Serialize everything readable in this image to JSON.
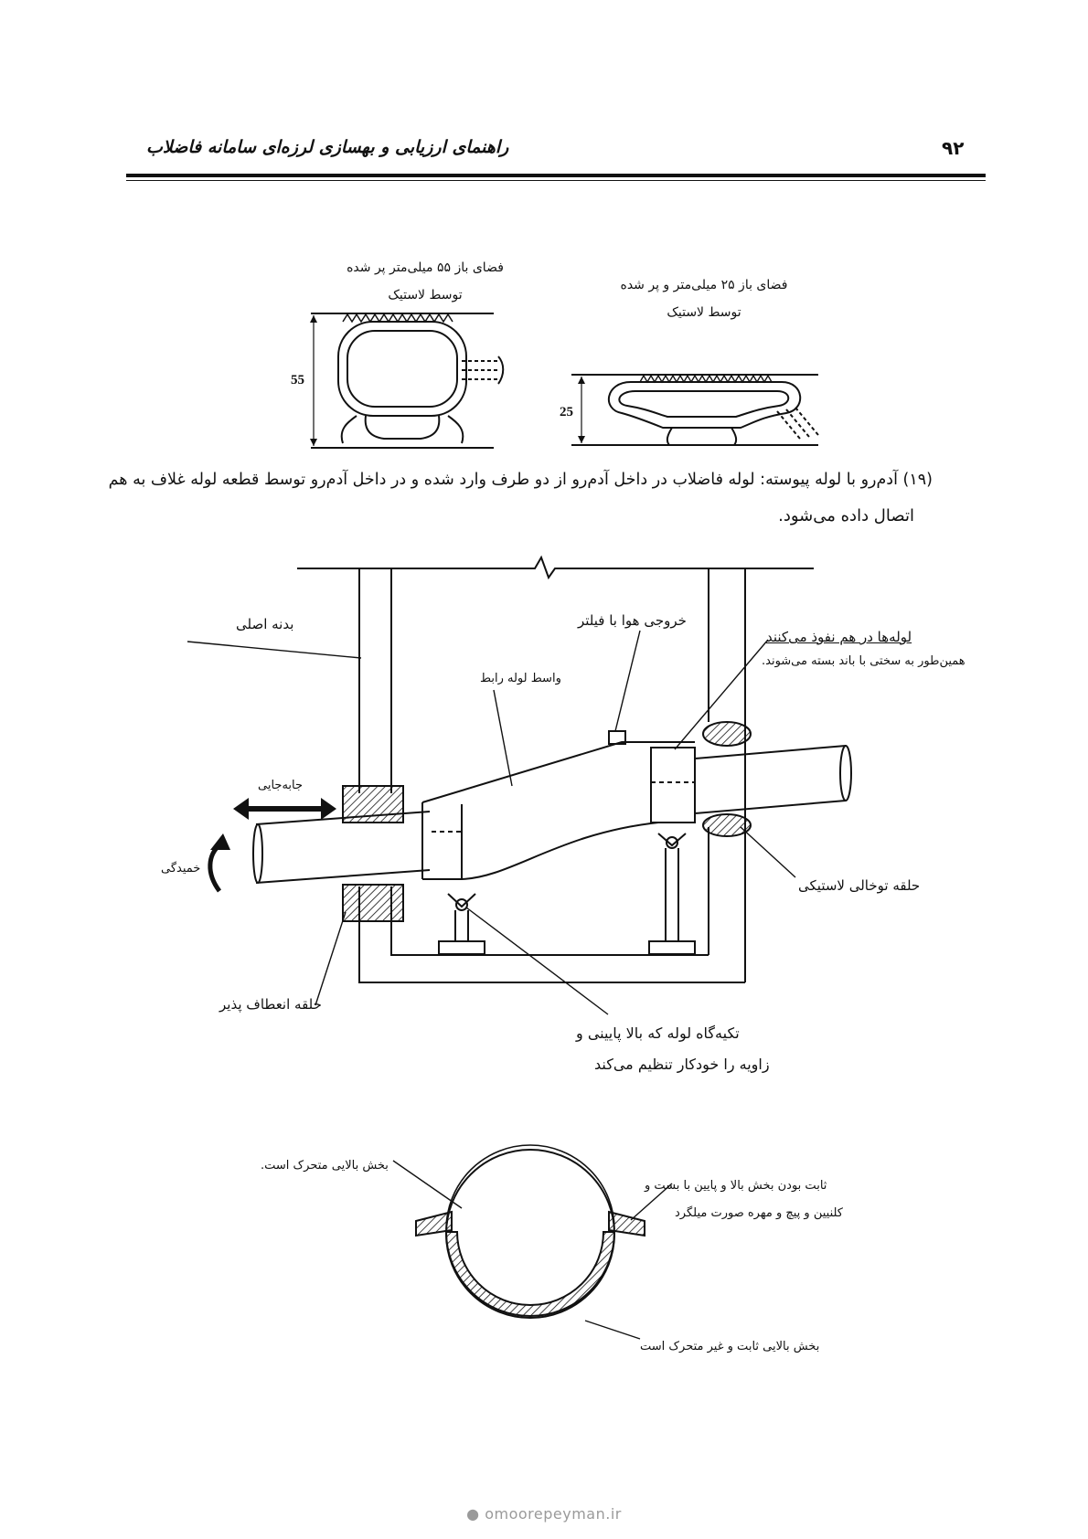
{
  "header": {
    "title": "راهنمای ارزیابی و بهسازی لرزه‌ای سامانه فاضلاب",
    "page_number": "۹۲"
  },
  "figure_gaskets": {
    "left_caption_line1": "فضای باز ۵۵ میلی‌متر پر شده",
    "left_caption_line2": "توسط لاستیک",
    "left_dimension": "55",
    "right_caption_line1": "فضای باز ۲۵ میلی‌متر و پر شده",
    "right_caption_line2": "توسط لاستیک",
    "right_dimension": "25"
  },
  "paragraph": {
    "line1": "(۱۹) آدم‌رو با لوله پیوسته: لوله فاضلاب در داخل آدم‌رو از دو طرف وارد شده و در داخل آدم‌رو توسط قطعه لوله غلاف به هم",
    "line2": "اتصال داده می‌شود."
  },
  "figure_manhole": {
    "main_body": "بدنه اصلی",
    "air_outlet": "خروجی هوا با فیلتر",
    "pipes_penetrate": "لوله‌ها در هم نفوذ می‌کنند",
    "tightly_banded": "همین‌طور به سختی با باند بسته می‌شوند.",
    "coupling": "واسط لوله رابط",
    "displacement": "جابه‌جایی",
    "bending": "خمیدگی",
    "hollow_rubber_ring": "حلقه توخالی لاستیکی",
    "flexible_ring": "حلقه انعطاف پذیر",
    "support_line1": "تکیه‌گاه لوله که بالا پایینی و",
    "support_line2": "زاویه را خودکار تنظیم می‌کند"
  },
  "figure_ring": {
    "top_movable": "بخش بالایی متحرک است.",
    "fixing_line1": "ثابت بودن بخش بالا و پایین با بست و",
    "fixing_line2": "کلنیین و پیچ و مهره صورت میلگرد",
    "fixed_part": "بخش بالایی ثابت و غیر متحرک است"
  },
  "footer": {
    "url": "omoorepeyman.ir"
  }
}
